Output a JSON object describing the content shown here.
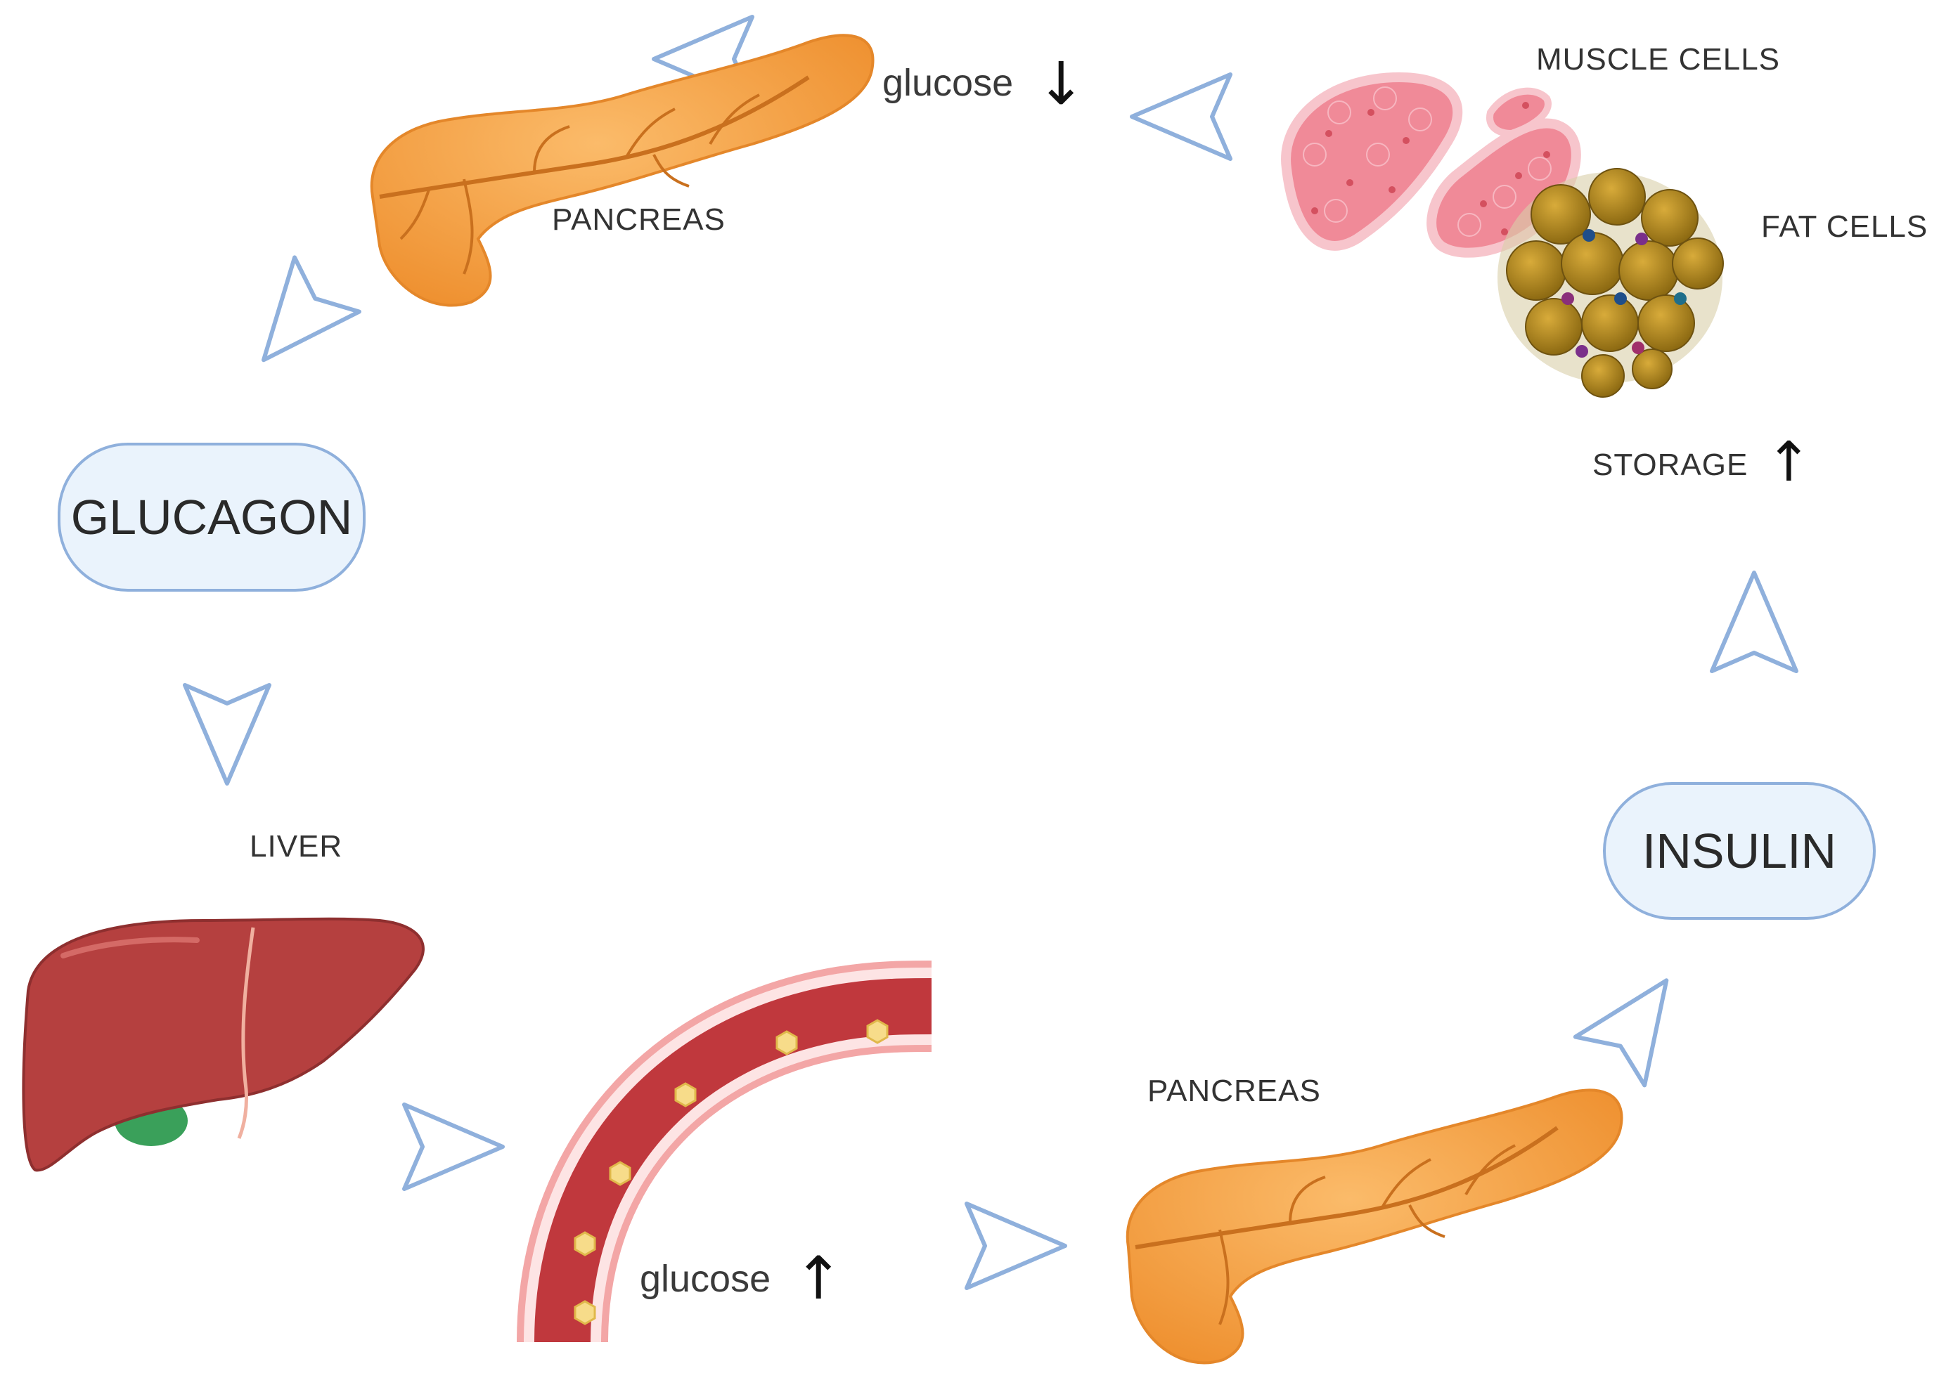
{
  "labels": {
    "pancreas_top": "PANCREAS",
    "pancreas_bottom": "PANCREAS",
    "muscle_cells": "MUSCLE CELLS",
    "fat_cells": "FAT CELLS",
    "storage": "STORAGE",
    "storage_arrow": "↑",
    "liver": "LIVER",
    "glucose_top": "glucose",
    "glucose_top_arrow": "↓",
    "glucose_bottom": "glucose",
    "glucose_bottom_arrow": "↑"
  },
  "hormones": {
    "glucagon": "GLUCAGON",
    "insulin": "INSULIN"
  },
  "colors": {
    "chevron_stroke": "#8fb0dc",
    "chevron_fill": "#ffffff",
    "pill_fill": "#eaf3fc",
    "pill_border": "#8fb0dc",
    "pancreas": "#f5a54a",
    "liver": "#b5403f",
    "gallbladder": "#3aa05a",
    "vessel": "#c0383d",
    "vessel_wall": "#f3a6a6",
    "glucose_particle": "#f7dc8a",
    "muscle": "#f08a98",
    "fat": "#b58a1e"
  },
  "icons": {
    "pancreas": "pancreas-illustration",
    "liver": "liver-illustration",
    "blood_vessel": "blood-vessel-illustration",
    "muscle": "muscle-cells-illustration",
    "fat": "fat-cells-illustration",
    "flow": "chevron-arrow-icon"
  }
}
